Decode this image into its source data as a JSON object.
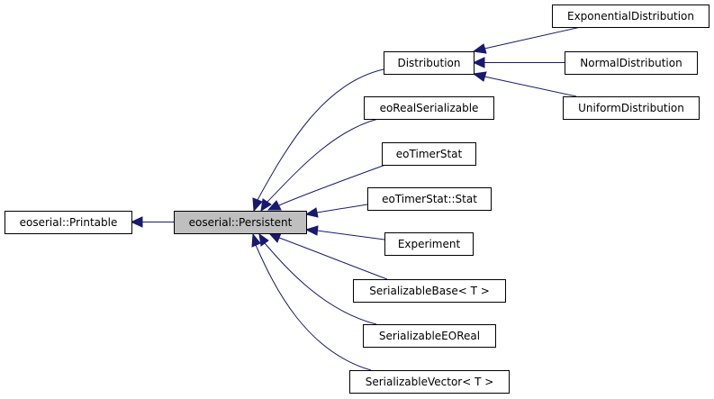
{
  "diagram": {
    "type": "inheritance-graph",
    "edge_color": "#191970",
    "current_fill": "#bfbfbf",
    "nodes": {
      "printable": {
        "label": "eoserial::Printable"
      },
      "persistent": {
        "label": "eoserial::Persistent",
        "current": true
      },
      "distribution": {
        "label": "Distribution"
      },
      "eoRealSerializable": {
        "label": "eoRealSerializable"
      },
      "eoTimerStat": {
        "label": "eoTimerStat"
      },
      "eoTimerStatStat": {
        "label": "eoTimerStat::Stat"
      },
      "experiment": {
        "label": "Experiment"
      },
      "serializableBase": {
        "label": "SerializableBase< T >"
      },
      "serializableEOReal": {
        "label": "SerializableEOReal"
      },
      "serializableVector": {
        "label": "SerializableVector< T >"
      },
      "exponentialDistribution": {
        "label": "ExponentialDistribution"
      },
      "normalDistribution": {
        "label": "NormalDistribution"
      },
      "uniformDistribution": {
        "label": "UniformDistribution"
      }
    },
    "edges": [
      {
        "from": "persistent",
        "to": "printable"
      },
      {
        "from": "distribution",
        "to": "persistent"
      },
      {
        "from": "eoRealSerializable",
        "to": "persistent"
      },
      {
        "from": "eoTimerStat",
        "to": "persistent"
      },
      {
        "from": "eoTimerStatStat",
        "to": "persistent"
      },
      {
        "from": "experiment",
        "to": "persistent"
      },
      {
        "from": "serializableBase",
        "to": "persistent"
      },
      {
        "from": "serializableEOReal",
        "to": "persistent"
      },
      {
        "from": "serializableVector",
        "to": "persistent"
      },
      {
        "from": "exponentialDistribution",
        "to": "distribution"
      },
      {
        "from": "normalDistribution",
        "to": "distribution"
      },
      {
        "from": "uniformDistribution",
        "to": "distribution"
      }
    ]
  }
}
